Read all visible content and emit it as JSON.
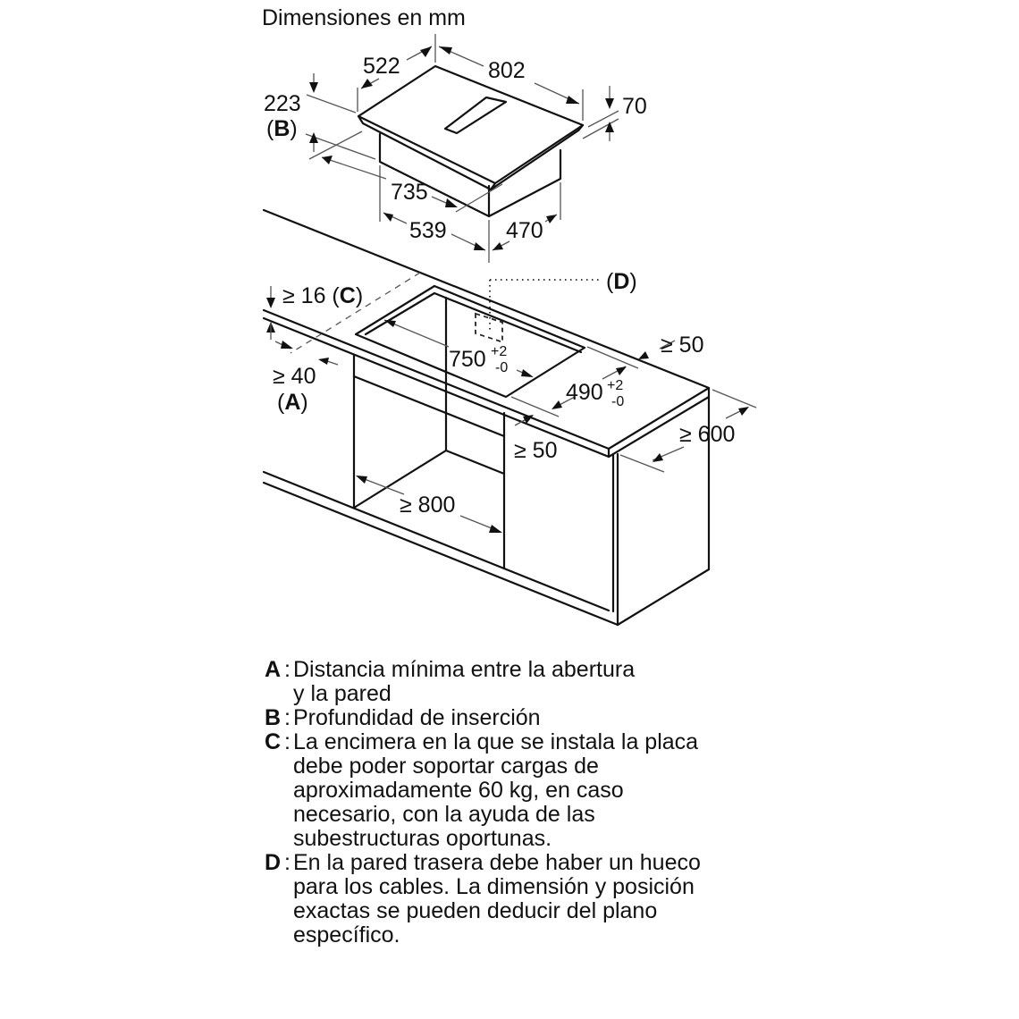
{
  "title": "Dimensiones en mm",
  "appliance_dims": {
    "width": "802",
    "depth": "522",
    "height": "70",
    "insertion_depth": "223",
    "insertion_depth_ref": "B",
    "body_width": "735",
    "cutout_width": "539",
    "cutout_depth": "470"
  },
  "installation_dims": {
    "worktop_thickness": "≥ 16",
    "worktop_thickness_ref": "C",
    "wall_distance": "≥ 40",
    "wall_distance_ref": "A",
    "cutout_length": "750",
    "cutout_length_tol_plus": "+2",
    "cutout_length_tol_minus": "-0",
    "cutout_width": "490",
    "cutout_width_tol_plus": "+2",
    "cutout_width_tol_minus": "-0",
    "rear_clearance": "≥ 50",
    "front_clearance": "≥ 50",
    "worktop_depth": "≥ 600",
    "cabinet_width": "≥ 800",
    "cable_ref": "D"
  },
  "legend": [
    {
      "key": "A",
      "text": "Distancia mínima entre la abertura\ny la pared"
    },
    {
      "key": "B",
      "text": "Profundidad de inserción"
    },
    {
      "key": "C",
      "text": "La encimera en la que se instala la placa\ndebe poder soportar cargas de\naproximadamente 60 kg, en caso\nnecesario, con la ayuda de las\nsubestructuras oportunas."
    },
    {
      "key": "D",
      "text": "En la pared trasera debe haber un hueco\npara los cables. La dimensión y posición\nexactas se pueden deducir del plano\nespecífico."
    }
  ],
  "colors": {
    "line": "#111111",
    "dimension_line": "#555555",
    "background": "#ffffff"
  }
}
